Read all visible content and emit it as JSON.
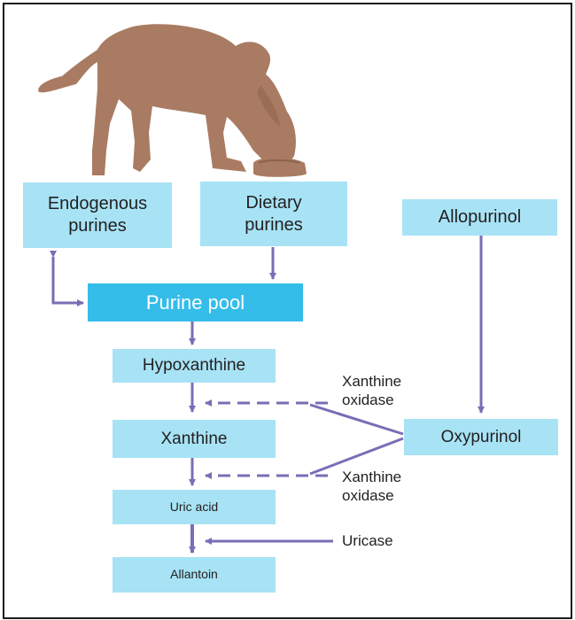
{
  "diagram": {
    "nodes": {
      "endogenous": "Endogenous purines",
      "dietary": "Dietary purines",
      "allopurinol": "Allopurinol",
      "purine_pool": "Purine pool",
      "hypoxanthine": "Hypoxanthine",
      "xanthine": "Xanthine",
      "oxypurinol": "Oxypurinol",
      "uric_acid": "Uric acid",
      "allantoin": "Allantoin"
    },
    "labels": {
      "xanthine_oxidase_1": "Xanthine oxidase",
      "xanthine_oxidase_2": "Xanthine oxidase",
      "uricase": "Uricase"
    },
    "colors": {
      "box_fill": "#a7e3f5",
      "pool_fill": "#35bde9",
      "arrow": "#7b6db5",
      "dog": "#a97b62"
    },
    "illustration": "dog-eating-from-bowl"
  }
}
